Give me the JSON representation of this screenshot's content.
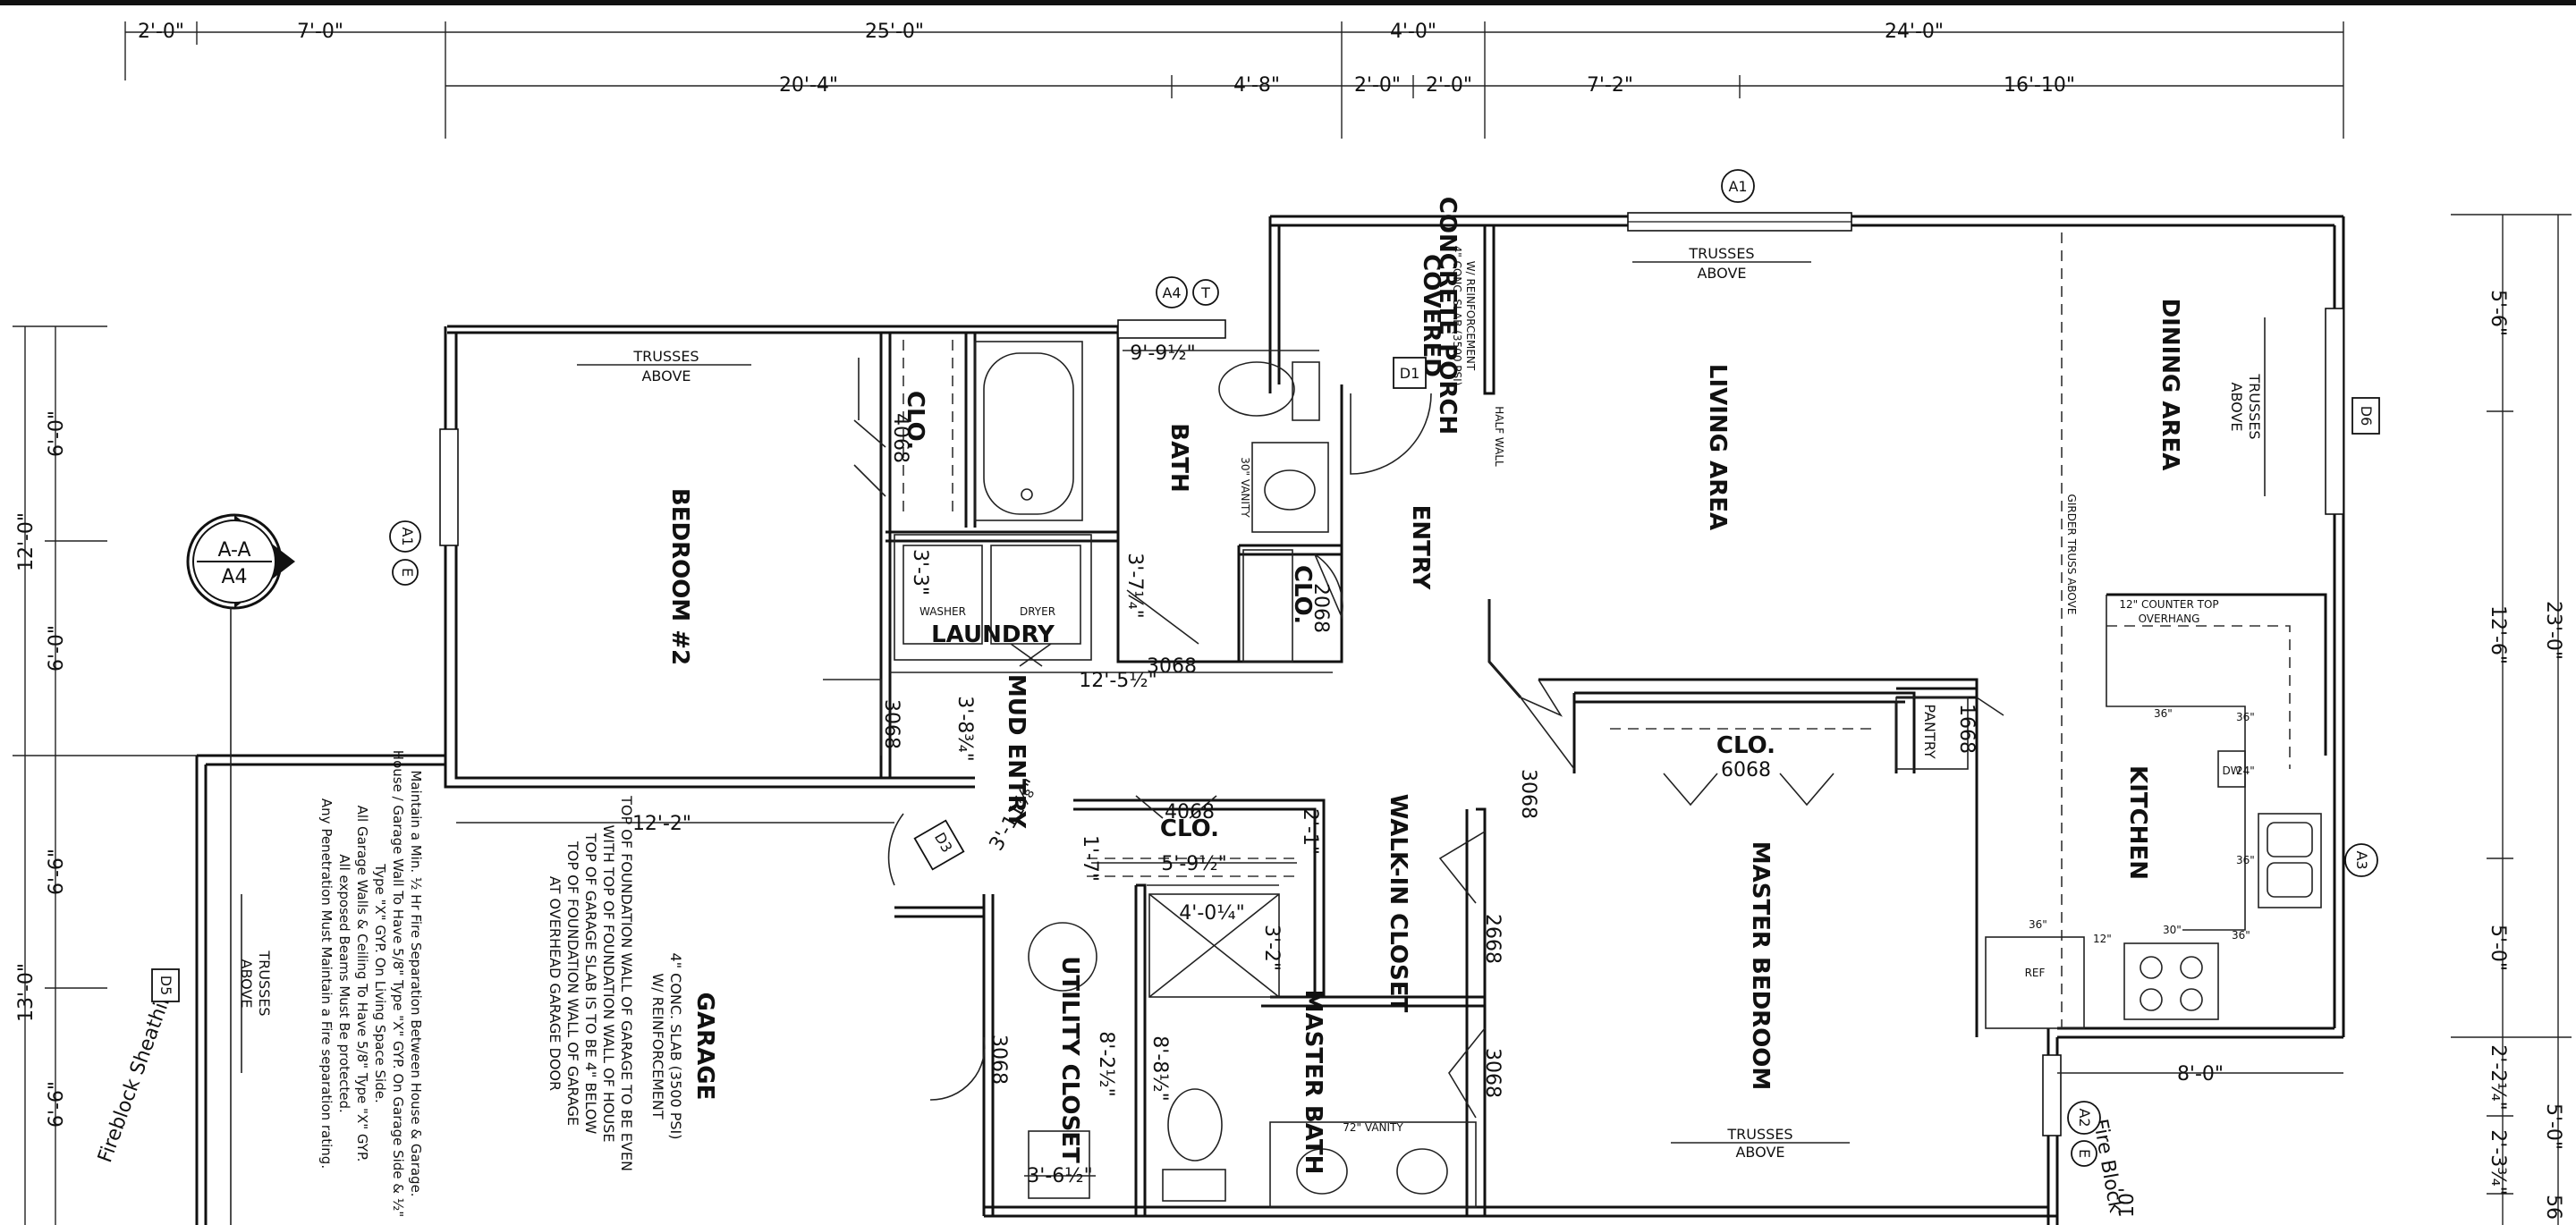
{
  "dims_top_row1": [
    "2'-0\"",
    "7'-0\"",
    "25'-0\"",
    "4'-0\"",
    "24'-0\""
  ],
  "dims_top_row2": [
    "20'-4\"",
    "4'-8\"",
    "2'-0\"",
    "2'-0\"",
    "7'-2\"",
    "16'-10\""
  ],
  "dims_left_outer": [
    "12'-0\"",
    "13'-0\""
  ],
  "dims_left_inner": [
    "6'-0\"",
    "6'-0\"",
    "6'-6\"",
    "6'-6\""
  ],
  "dims_right_outer": [
    "23'-0\"",
    "5'-0\"",
    "56"
  ],
  "dims_right_inner": [
    "5'-6\"",
    "12'-6\"",
    "5'-0\"",
    "2'-2¼\"",
    "2'-3¾\""
  ],
  "rooms": {
    "bedroom2": "BEDROOM #2",
    "living": "LIVING AREA",
    "dining": "DINING AREA",
    "kitchen": "KITCHEN",
    "bath": "BATH",
    "laundry": "LAUNDRY",
    "entry": "ENTRY",
    "mud_entry": "MUD ENTRY",
    "master_bedroom": "MASTER BEDROOM",
    "master_bath": "MASTER BATH",
    "walk_in_closet": "WALK-IN CLOSET",
    "utility_closet": "UTILITY CLOSET",
    "garage": "GARAGE"
  },
  "labels": {
    "trusses": "TRUSSES",
    "above": "ABOVE",
    "clo": "CLO.",
    "covered": "COVERED",
    "concrete_porch": "CONCRETE PORCH",
    "porch_spec": "4\" CONC. SLAB (3500 PSI)",
    "porch_reinf": "W/ REINFORCEMENT",
    "half_wall": "HALF WALL",
    "girder": "GIRDER TRUSS ABOVE",
    "counter": "12\" COUNTER TOP",
    "overhang": "OVERHANG",
    "washer": "WASHER",
    "dryer": "DRYER",
    "vanity30": "30\" VANITY",
    "vanity72": "72\" VANITY",
    "pantry": "PANTRY",
    "ref": "REF",
    "dw": "DW",
    "fireblock_sheathing": "Fireblock Sheathing",
    "fire_block": "Fire Block",
    "ten": "10'"
  },
  "door_codes": {
    "clo_bed": "4068",
    "clo_bath": "2068",
    "laundry": "3068",
    "mud": "3068",
    "clo_4068": "4068",
    "clo_6068": "6068",
    "pantry": "1668",
    "master": "3068",
    "walkin": "2668",
    "mbath": "3068",
    "utility": "3068",
    "bed_hall": "3068"
  },
  "interior_dims": {
    "bath_w": "9'-9½\"",
    "laundry_w": "12'-5½\"",
    "bath_h": "3'-7¼\"",
    "laundry_h": "3'-3\"",
    "bed_w": "12'-2\"",
    "mud_h": "3'-8¾\"",
    "mud_h2": "3'-11⅞\"",
    "clo_w": "5'-9½\"",
    "clo_h": "1'-7\"",
    "clo_h2": "2'-1\"",
    "shower_w": "4'-0¼\"",
    "shower_h": "3'-2\"",
    "util_h": "8'-2½\"",
    "mbath_h": "8'-8½\"",
    "util_w": "3'-6½\"",
    "kitchen_w": "8'-0\""
  },
  "kitchen_dims": [
    "36\"",
    "36\"",
    "24\"",
    "36\"",
    "36\"",
    "30\"",
    "12\"",
    "36\""
  ],
  "tags": {
    "a1": "A1",
    "a4t": "A4",
    "t": "T",
    "d1": "D1",
    "d6": "D6",
    "a1e": "A1",
    "e": "E",
    "a3": "A3",
    "a2e": "A2",
    "d3": "D3",
    "d5": "D5"
  },
  "section_marker": {
    "top": "A-A",
    "bottom": "A4"
  },
  "garage_spec": [
    "4\" CONC. SLAB (3500 PSI)",
    "W/ REINFORCEMENT"
  ],
  "garage_note": [
    "TOP OF FOUNDATION WALL OF GARAGE TO BE EVEN",
    "WITH TOP OF FOUNDATION WALL OF HOUSE",
    "TOP OF GARAGE SLAB IS TO BE 4\" BELOW",
    "TOP OF FOUNDATION WALL OF GARAGE",
    "AT OVERHEAD GARAGE DOOR"
  ],
  "fire_notes": [
    "Maintain a Min. ½ Hr Fire Separation Between House & Garage.",
    "House / Garage Wall To Have 5/8\" Type \"X\" GYP. On Garage Side & ½\"",
    "Type \"X\" GYP. On Living Space Side.",
    "All Garage Walls & Ceiling To Have 5/8\" Type \"X\" GYP.",
    "All exposed Beams Must Be protected.",
    "Any Penetration Must Maintain a Fire separation rating."
  ]
}
